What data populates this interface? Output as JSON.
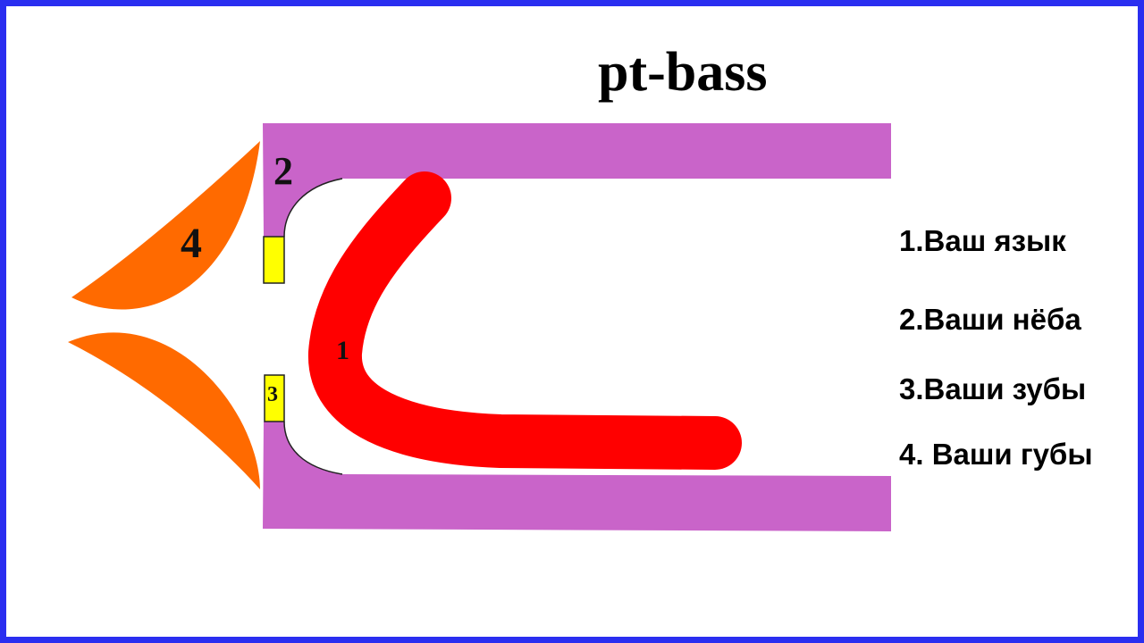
{
  "title": "pt-bass",
  "labels": {
    "tongue": "1",
    "palate": "2",
    "teeth": "3",
    "lips": "4"
  },
  "legend": [
    "1.Ваш язык",
    "2.Ваши нёба",
    "3.Ваши зубы",
    "4. Ваши губы"
  ],
  "colors": {
    "border": "#2a2ef0",
    "palate": "#c964c9",
    "tongue": "#ff0000",
    "teeth": "#ffff00",
    "lips": "#ff6a00"
  }
}
